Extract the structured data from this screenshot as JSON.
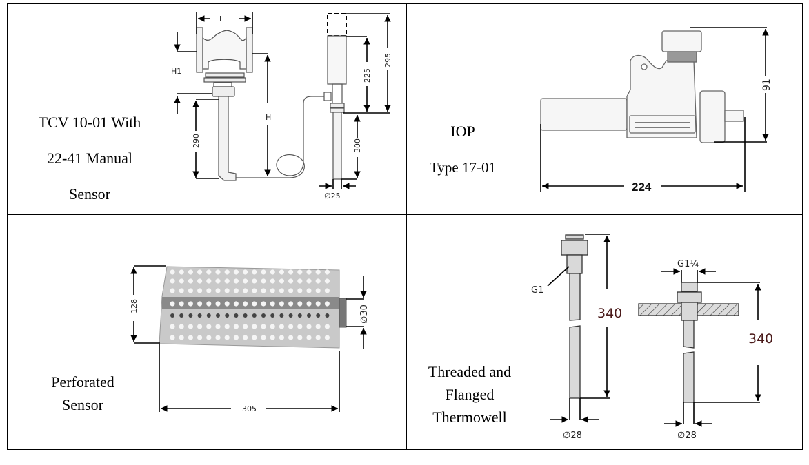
{
  "cells": [
    {
      "caption_lines": [
        "TCV 10-01 With",
        "22-41 Manual",
        "Sensor"
      ],
      "drawing": {
        "name": "tcv-valve-with-manual-sensor",
        "dimensions": {
          "L": "L",
          "H1": "H1",
          "H": "H",
          "d290": "290",
          "d225": "225",
          "d295": "295",
          "d300": "300",
          "dia": "∅25"
        }
      }
    },
    {
      "caption_lines": [
        "IOP",
        "Type 17-01"
      ],
      "drawing": {
        "name": "iop-type-17-01",
        "dimensions": {
          "height": "91",
          "length": "224"
        }
      }
    },
    {
      "caption_lines": [
        "Perforated",
        "Sensor"
      ],
      "drawing": {
        "name": "perforated-sensor",
        "dimensions": {
          "height": "128",
          "dia": "∅30",
          "length": "305"
        }
      }
    },
    {
      "caption_lines": [
        "Threaded and",
        "Flanged",
        "Thermowell"
      ],
      "drawing": {
        "name": "threaded-flanged-thermowell",
        "dimensions": {
          "thread1": "G1",
          "length1": "340",
          "dia1": "∅28",
          "thread2": "G1¼",
          "length2": "340",
          "dia2": "∅28"
        }
      }
    }
  ],
  "colors": {
    "border": "#000000",
    "metal": "#d9d9d9",
    "dim_red": "#4a1a1a"
  }
}
